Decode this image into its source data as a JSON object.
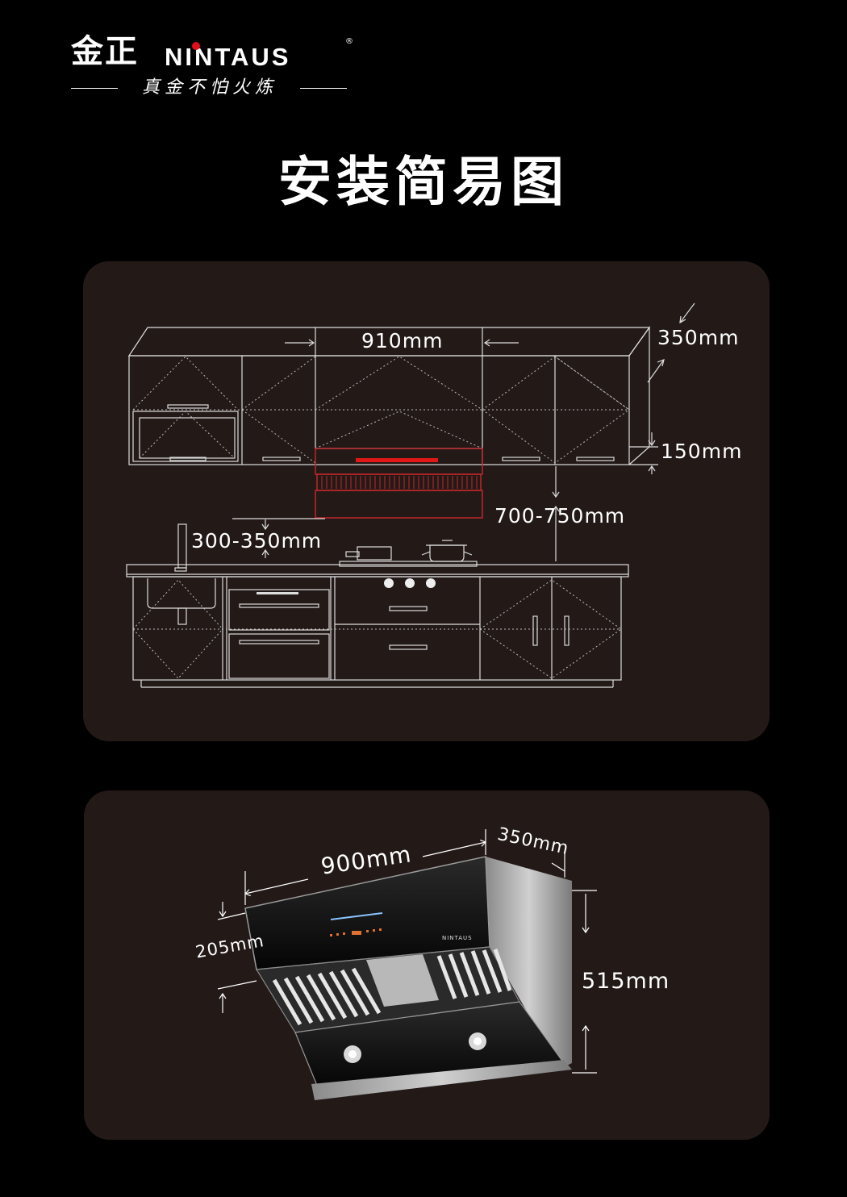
{
  "brand": {
    "cn_name": "金正",
    "en_name": "NINTAUS",
    "registered": "®",
    "slogan": "真金不怕火炼",
    "accent_color": "#e0101a"
  },
  "title": "安装简易图",
  "kitchen_diagram": {
    "cabinet_width": "910mm",
    "cabinet_depth": "350mm",
    "gap_height": "150mm",
    "hood_to_counter": "700-750mm",
    "hood_offset": "300-350mm",
    "hood_outline_color": "#c0262b",
    "hood_light_color": "#e01818"
  },
  "product_diagram": {
    "width": "900mm",
    "depth": "350mm",
    "front_height": "205mm",
    "total_height": "515mm",
    "label_text": "NINTAUS"
  }
}
